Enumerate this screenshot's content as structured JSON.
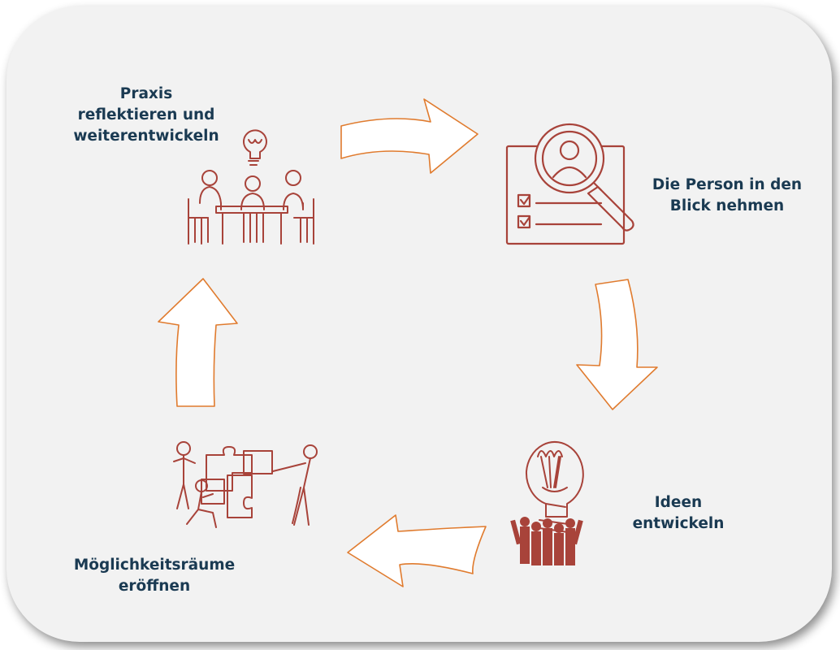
{
  "steps": [
    {
      "lines": [
        "Praxis",
        "reflektieren und",
        "weiterentwickeln"
      ],
      "icon": "team-meeting-icon"
    },
    {
      "lines": [
        "Die Person in den",
        "Blick nehmen"
      ],
      "icon": "profile-search-icon"
    },
    {
      "lines": [
        "Ideen",
        "entwickeln"
      ],
      "icon": "people-lifting-bulb-icon"
    },
    {
      "lines": [
        "Möglichkeitsräume",
        "eröffnen"
      ],
      "icon": "puzzle-team-icon"
    }
  ],
  "colors": {
    "card_bg": "#f2f2f2",
    "label_text": "#1a3a52",
    "icon_stroke": "#a8433a",
    "arrow_stroke": "#e07b2e",
    "arrow_fill": "#ffffff"
  }
}
